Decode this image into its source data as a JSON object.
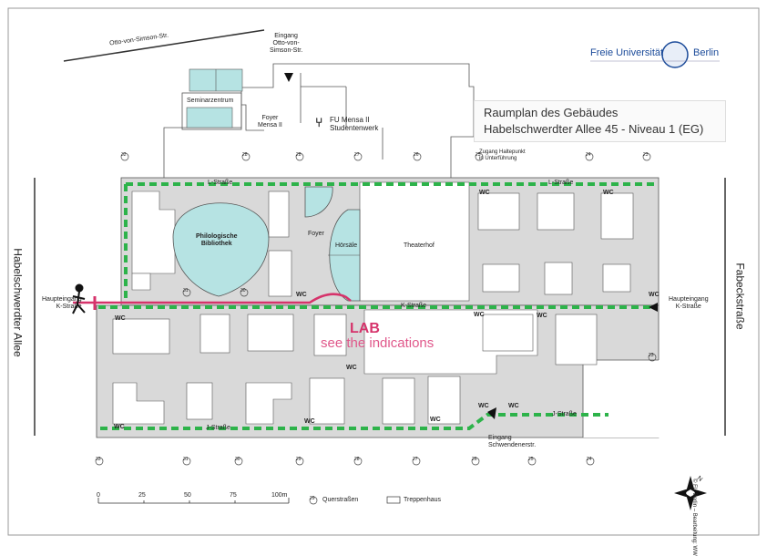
{
  "map": {
    "title_line1": "Raumplan des Gebäudes",
    "title_line2": "Habelschwerdter Allee 45 - Niveau 1 (EG)",
    "institution": "Freie Universität",
    "institution_city": "Berlin",
    "overlay": {
      "lab": "LAB",
      "note": "see the indications",
      "color": "#d6336b"
    },
    "colors": {
      "building": "#d9d9d9",
      "corridor": "#2db34a",
      "hall": "#b6e3e3",
      "route": "#d6336b"
    },
    "streets": {
      "top": "Otto-von-Simson-Str.",
      "left": "Habelschwerdter Allee",
      "right": "Fabeckstraße"
    },
    "corridors": {
      "l": "L-Straße",
      "l2": "L-Straße",
      "k": "K-Straße",
      "j": "J-Straße",
      "j2": "J-Straße"
    },
    "places": {
      "seminarzentrum": "Seminarzentrum",
      "foyer_mensa": "Foyer\nMensa II",
      "fu_mensa": "FU Mensa II\nStudentenwerk",
      "bibliothek": "Philologische\nBibliothek",
      "foyer": "Foyer",
      "hoersaele": "Hörsäle",
      "theaterhof": "Theaterhof",
      "zugang": "Zugang Haltepunkt\nin Unterführung"
    },
    "entrances": {
      "otto": "Eingang\nOtto-von-\nSimson-Str.",
      "haupt_left": "Haupteingang\nK-Straße",
      "haupt_right": "Haupteingang\nK-Straße",
      "schwendener": "Eingang\nSchwendenerstr."
    },
    "wc": "WC",
    "legend": {
      "querstrassen": "Querstraßen",
      "treppenhaus": "Treppenhaus"
    },
    "scale": {
      "ticks": [
        "0",
        "25",
        "50",
        "75",
        "100m"
      ]
    },
    "copyright": "© FU Berlin – Bearbeitung: WW",
    "cross_streets_top": [
      "32",
      "28",
      "28",
      "27",
      "26",
      "25",
      "24",
      "23"
    ],
    "cross_streets_bottom": [
      "33",
      "31",
      "30",
      "29",
      "28",
      "27",
      "26",
      "25",
      "24"
    ],
    "cross_streets_inner": [
      "31",
      "30"
    ],
    "cross_street_right": "23",
    "legend_icon": "29"
  }
}
